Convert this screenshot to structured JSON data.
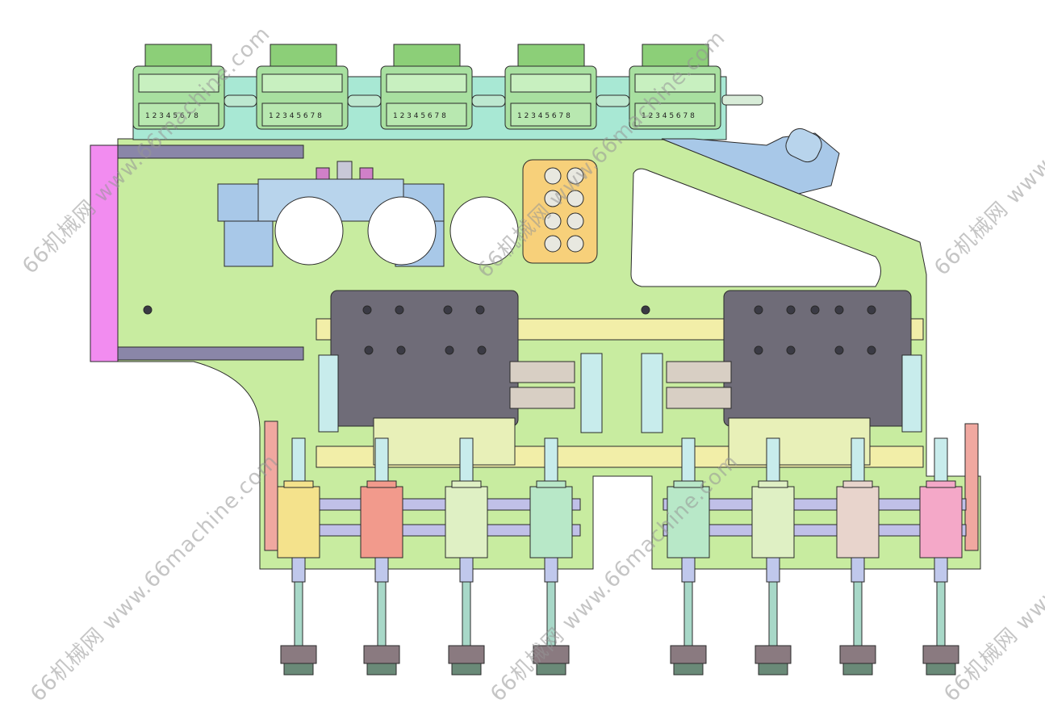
{
  "watermarks": [
    {
      "text": "66机械网 www.66machine.com"
    },
    {
      "text": "66机械网 www.66machine.com"
    },
    {
      "text": "66机械网 www.66machine.com"
    },
    {
      "text": "66机械网 www.66machine.com"
    },
    {
      "text": "66机械网 www.66machine.com"
    },
    {
      "text": "66机械网 www.66machine.com"
    }
  ],
  "terminal_modules": [
    {
      "number_row": "1 2 3 4 5 6 7 8"
    },
    {
      "number_row": "1 2 3 4 5 6 7 8"
    },
    {
      "number_row": "1 2 3 4 5 6 7 8"
    },
    {
      "number_row": "1 2 3 4 5 6 7 8"
    },
    {
      "number_row": "1 2 3 4 5 6 7 8"
    }
  ],
  "palette": {
    "plate": "#c8eca0",
    "top_bar": "#a8e8d4",
    "terminal": "#8ccf78",
    "valve": "#a8c8e8",
    "dark_block": "#6f6c78",
    "rail": "#f2eea8",
    "pink_side": "#f28cf0",
    "manifold": "#f7d07a",
    "outline": "#2a2a2a"
  },
  "cylinders": [
    {
      "color": "#f4e28c"
    },
    {
      "color": "#f29a8c"
    },
    {
      "color": "#dff0c4"
    },
    {
      "color": "#b8e8c8"
    },
    {
      "color": "#b8e8c8"
    },
    {
      "color": "#dff0c4"
    },
    {
      "color": "#e8d4cc"
    },
    {
      "color": "#f4a8c8"
    }
  ]
}
